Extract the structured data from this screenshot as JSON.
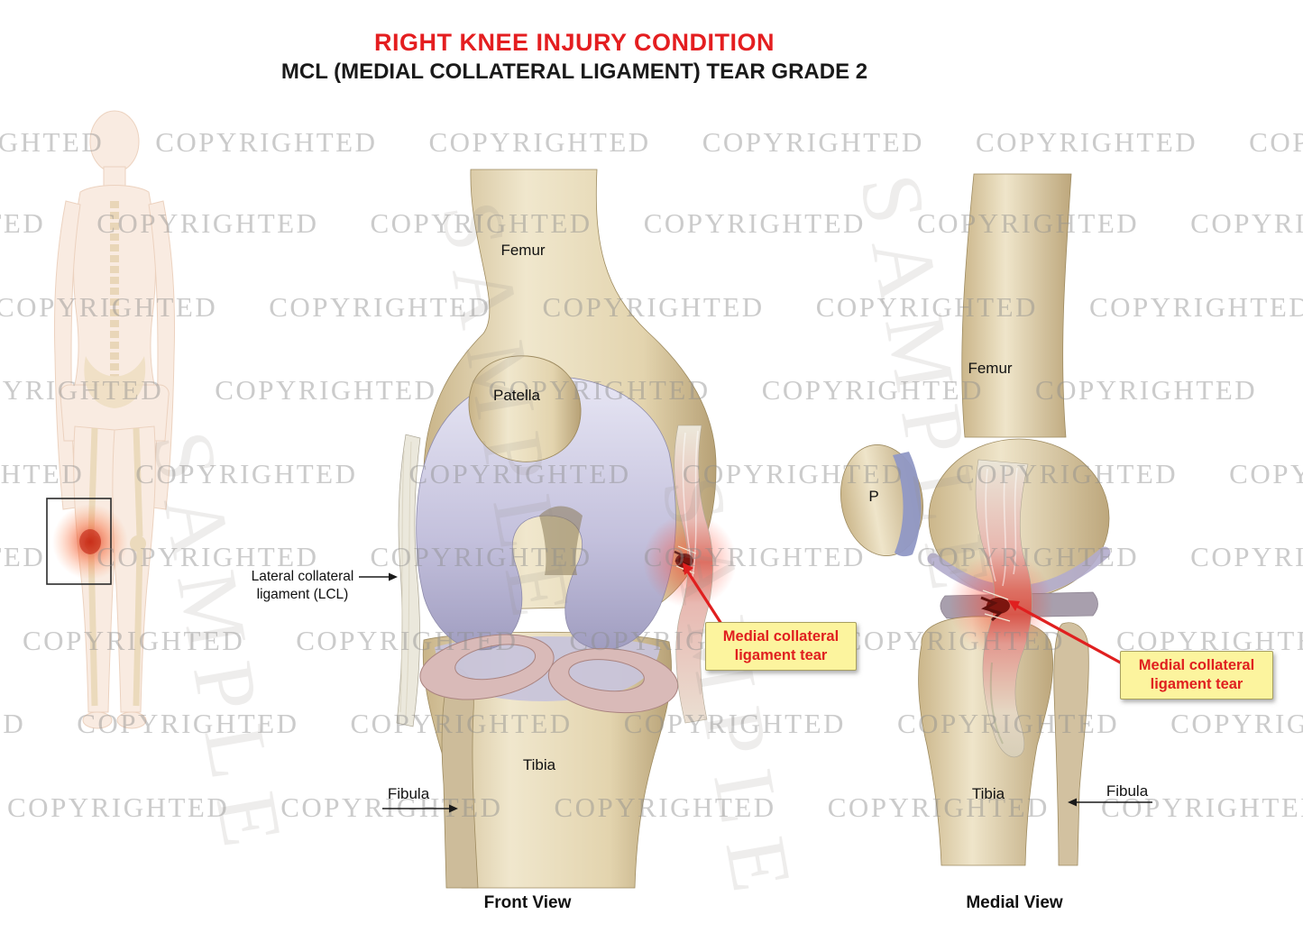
{
  "header": {
    "title": "RIGHT KNEE INJURY CONDITION",
    "subtitle": "MCL (MEDIAL COLLATERAL LIGAMENT) TEAR GRADE 2"
  },
  "watermark": {
    "text": "COPYRIGHTED",
    "diagonal_text": "SAMPLE"
  },
  "front_view": {
    "caption": "Front View",
    "labels": {
      "femur": "Femur",
      "patella": "Patella",
      "lcl_line1": "Lateral collateral",
      "lcl_line2": "ligament (LCL)",
      "tibia": "Tibia",
      "fibula": "Fibula"
    },
    "callout": {
      "line1": "Medial collateral",
      "line2": "ligament tear"
    }
  },
  "medial_view": {
    "caption": "Medial View",
    "labels": {
      "femur": "Femur",
      "patella_abbrev": "P",
      "tibia": "Tibia",
      "fibula": "Fibula"
    },
    "callout": {
      "line1": "Medial collateral",
      "line2": "ligament tear"
    }
  },
  "colors": {
    "title_red": "#e41e20",
    "accent_red": "#e01f1f",
    "callout_bg": "#fcf49e",
    "watermark_gray": "#c6c6c6",
    "bone_tan": "#e3d4b2",
    "cartilage_lavender": "#c5c2dd",
    "meniscus_pink": "#d9bab8"
  }
}
